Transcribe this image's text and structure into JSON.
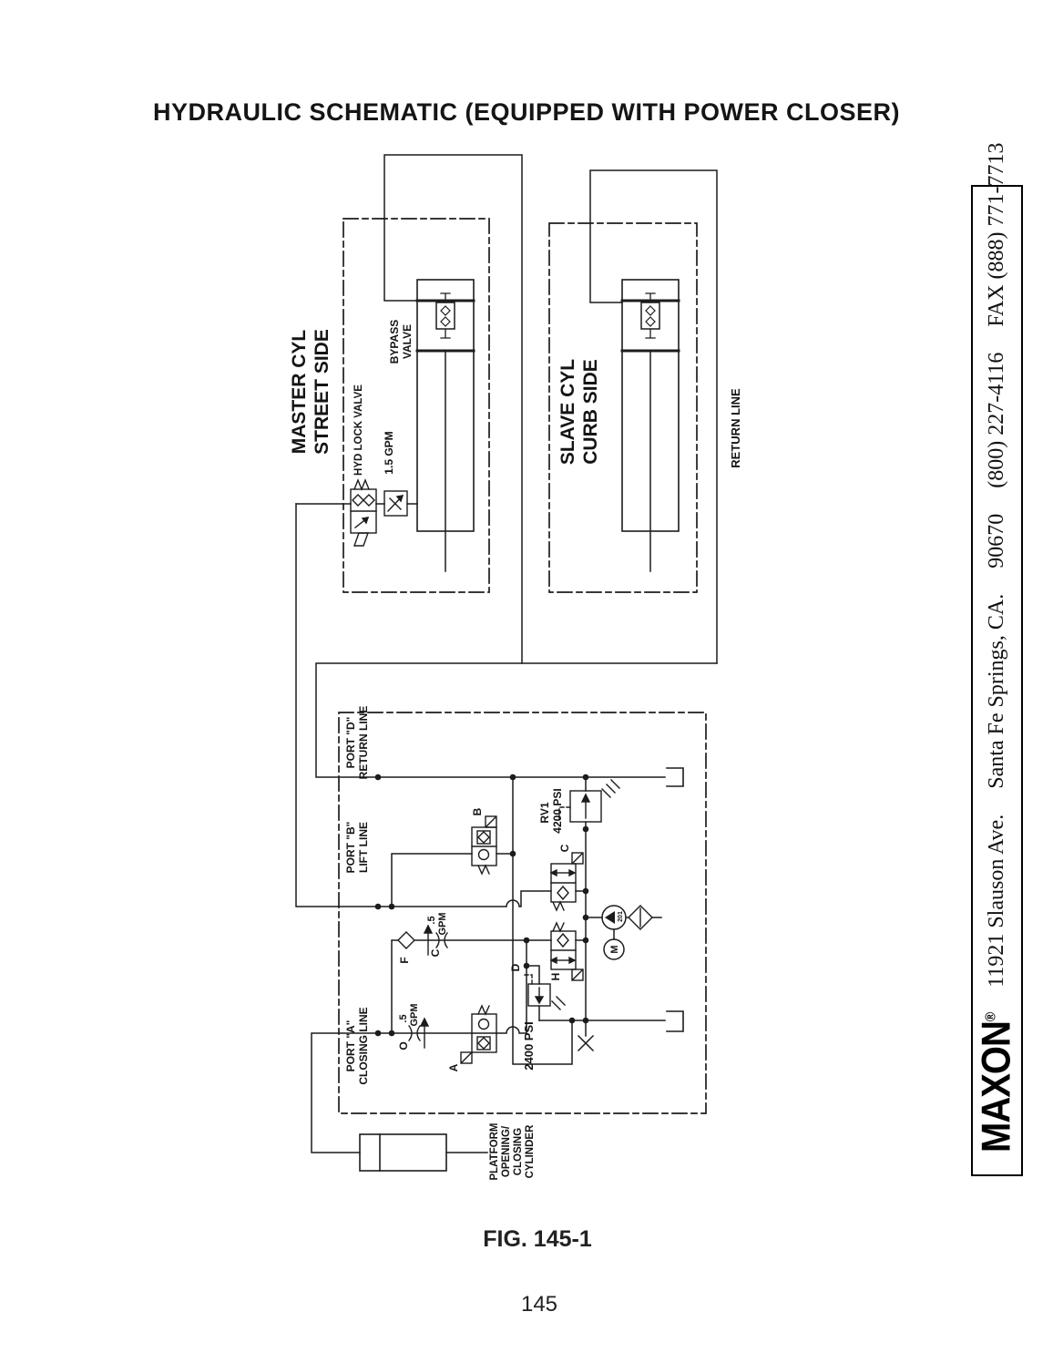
{
  "title": "HYDRAULIC SCHEMATIC (EQUIPPED WITH POWER CLOSER)",
  "figure": {
    "caption": "FIG. 145-1",
    "page_number": "145"
  },
  "sidebar": {
    "logo": "MAXON",
    "registered_mark": "®",
    "address": "11921 Slauson Ave.",
    "city": "Santa Fe Springs, CA.",
    "zip": "90670",
    "phone": "(800) 227-4116",
    "fax": "FAX (888) 771-7713"
  },
  "diagram": {
    "master_section": {
      "label_line1": "MASTER CYL",
      "label_line2": "STREET SIDE",
      "bypass_line1": "BYPASS",
      "bypass_line2": "VALVE",
      "hyd_lock_valve": "HYD LOCK VALVE",
      "flow_rate": "1.5 GPM"
    },
    "slave_section": {
      "label_line1": "SLAVE CYL",
      "label_line2": "CURB SIDE"
    },
    "return_line_label": "RETURN LINE",
    "power_unit": {
      "port_d_line1": "PORT \"D\"",
      "port_d_line2": "RETURN LINE",
      "port_b_line1": "PORT \"B\"",
      "port_b_line2": "LIFT LINE",
      "port_a_line1": "PORT \"A\"",
      "port_a_line2": "CLOSING LINE",
      "relief_main_label": "RV1",
      "relief_main_pressure": "4200 PSI",
      "relief_closing_label": "D",
      "relief_closing_pressure": "2400 PSI",
      "valve_b_label": "B",
      "valve_c_label": "C",
      "valve_h_label": "H",
      "valve_a_label": "A",
      "check_valve_label": "F",
      "orifice_c_label": "C",
      "orifice_c_rate1": ".5",
      "orifice_c_rate2": "GPM",
      "orifice_o_label": "O",
      "orifice_o_rate1": ".5",
      "orifice_o_rate2": "GPM",
      "motor_label": "M",
      "pump_label": "201"
    },
    "cylinder_label_line1": "PLATFORM",
    "cylinder_label_line2": "OPENING/",
    "cylinder_label_line3": "CLOSING",
    "cylinder_label_line4": "CYLINDER"
  }
}
